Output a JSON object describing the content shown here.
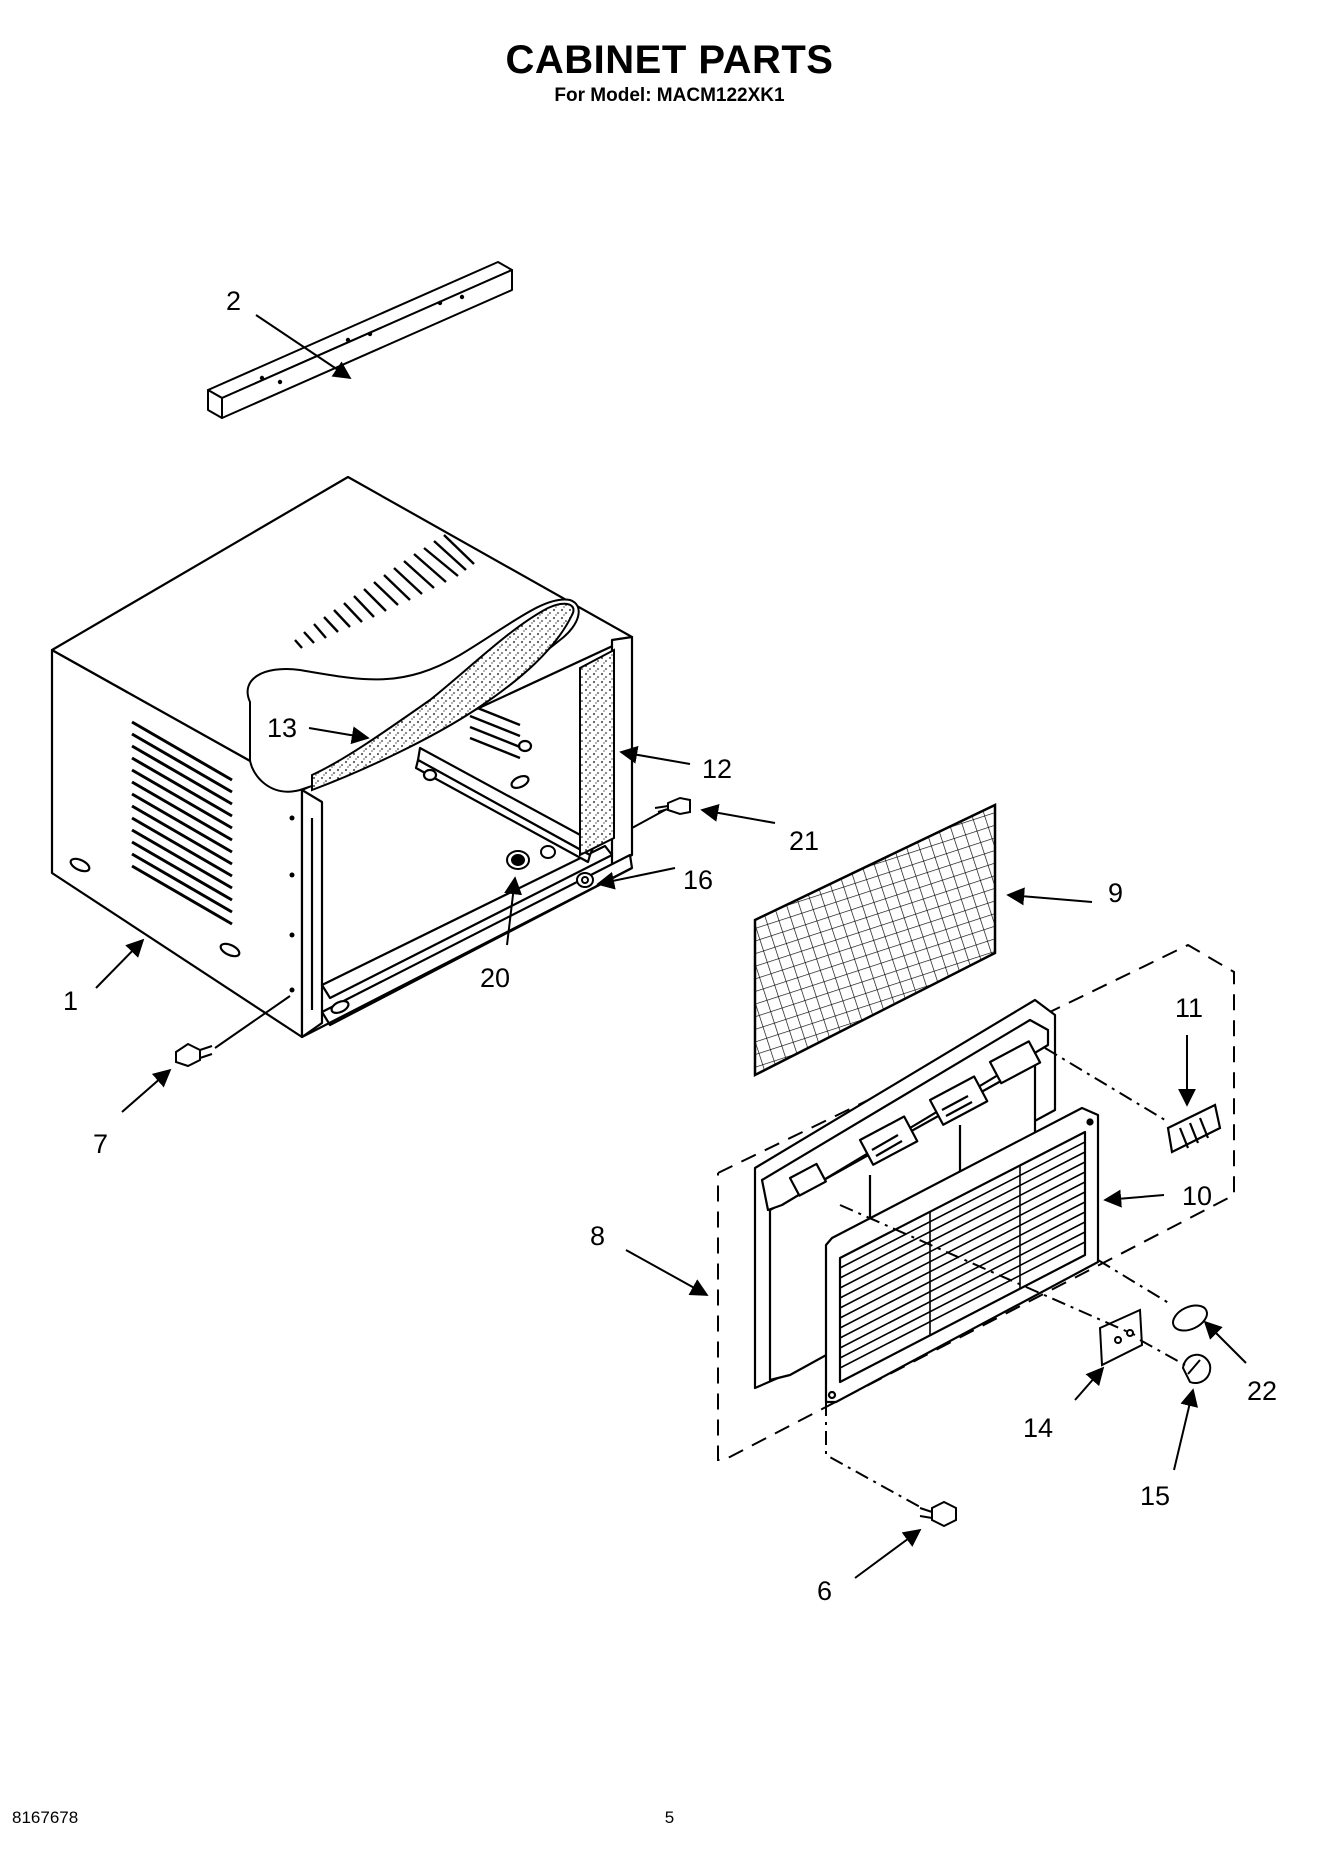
{
  "header": {
    "title": "CABINET PARTS",
    "subtitle": "For Model: MACM122XK1"
  },
  "callouts": {
    "c1": "1",
    "c2": "2",
    "c6": "6",
    "c7": "7",
    "c8": "8",
    "c9": "9",
    "c10": "10",
    "c11": "11",
    "c12": "12",
    "c13": "13",
    "c14": "14",
    "c15": "15",
    "c16": "16",
    "c20": "20",
    "c21": "21",
    "c22": "22"
  },
  "footer": {
    "doc_number": "8167678",
    "page_number": "5"
  }
}
